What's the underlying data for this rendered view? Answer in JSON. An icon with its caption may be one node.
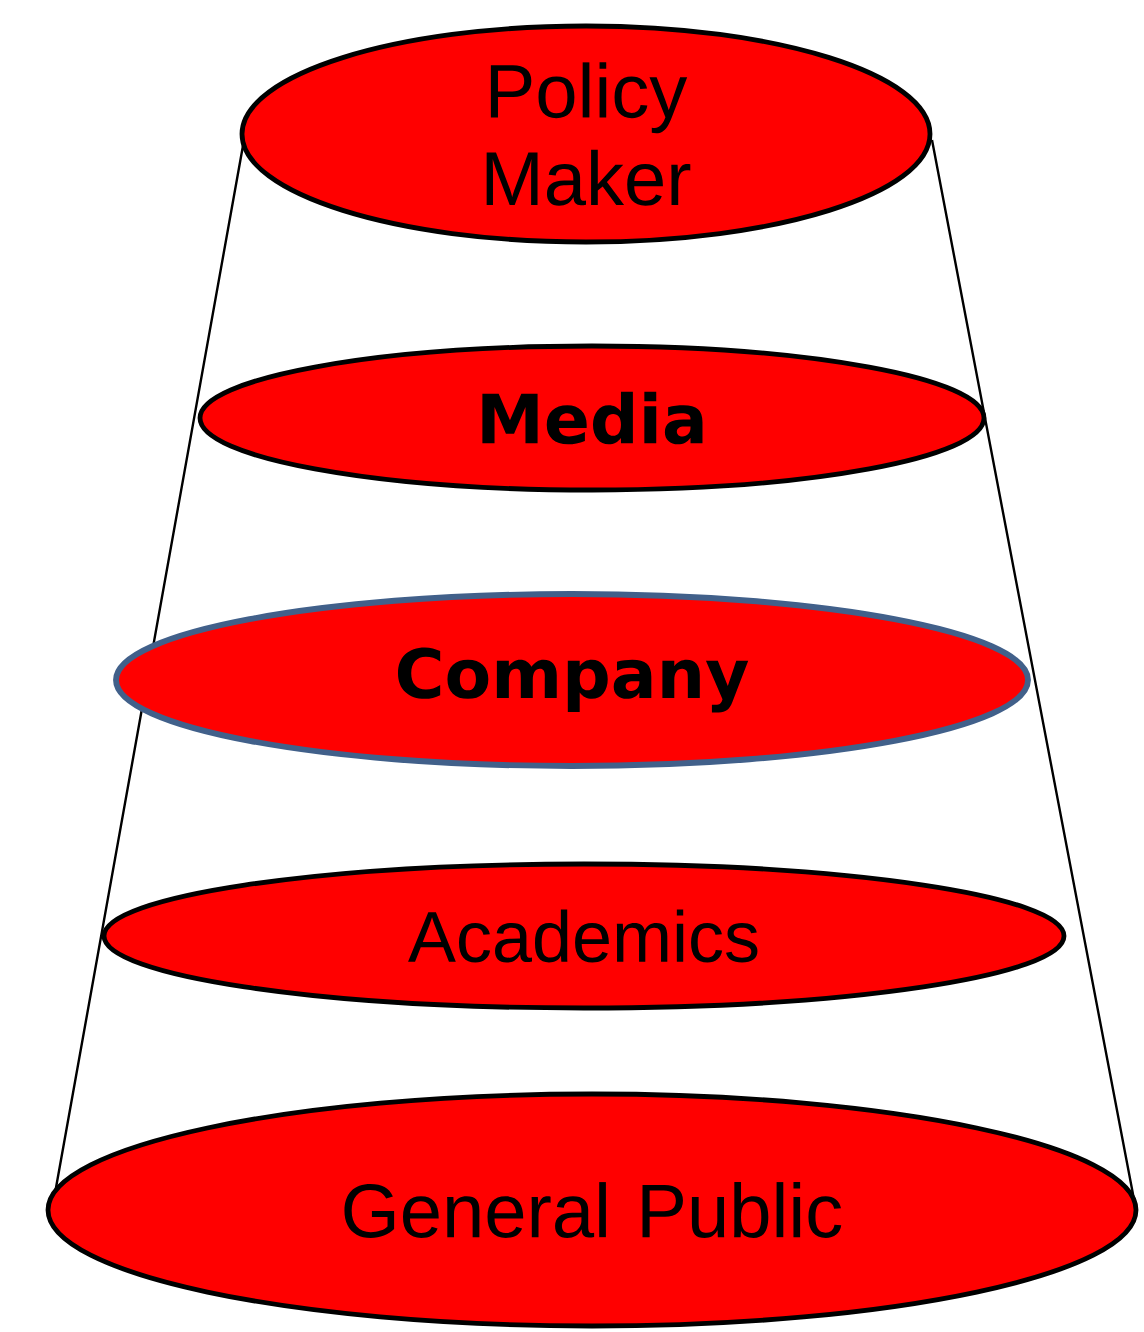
{
  "diagram": {
    "nodes": [
      {
        "text": [
          "Policy Maker"
        ]
      },
      {
        "text": [
          "Media"
        ]
      },
      {
        "text": [
          "Company"
        ]
      },
      {
        "text": [
          "Academics"
        ]
      },
      {
        "text": [
          "General Public"
        ]
      }
    ]
  }
}
